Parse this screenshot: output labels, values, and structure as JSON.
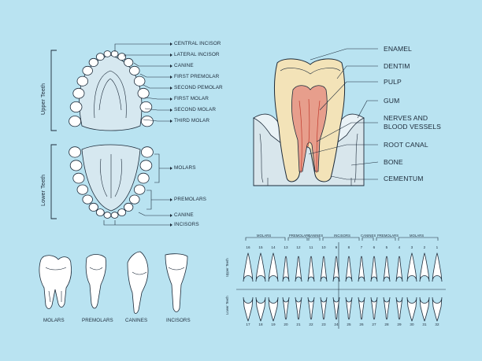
{
  "arch": {
    "upper_side": "Upper Teeth",
    "lower_side": "Lower Teeth",
    "upper_labels": [
      "CENTRAL INCISOR",
      "LATERAL INCISOR",
      "CANINE",
      "FIRST PREMOLAR",
      "SECOND PEMOLAR",
      "FIRST MOLAR",
      "SECOND MOLAR",
      "THIRD MOLAR"
    ],
    "lower_labels": [
      "MOLARS",
      "PREMOLARS",
      "CANINE",
      "INCISORS"
    ]
  },
  "cross_section": {
    "labels": [
      "ENAMEL",
      "DENTIM",
      "PULP",
      "GUM",
      "NERVES AND",
      "BLOOD VESSELS",
      "ROOT CANAL",
      "BONE",
      "CEMENTUM"
    ],
    "colors": {
      "crown": "#f3e3b8",
      "pulp": "#e79e8c",
      "vessel": "#c0392b",
      "bone": "#d8e6ec"
    }
  },
  "tooth_types": [
    "MOLARS",
    "PREMOLARS",
    "CANINES",
    "INCISORS"
  ],
  "chart": {
    "groups": [
      "MOLARS",
      "PREMOLARS",
      "CANINES",
      "INCISORS",
      "CANINES",
      "PREMOLARS",
      "MOLARS"
    ],
    "upper_side": "Upper Teeth",
    "lower_side": "Lower Teeth",
    "upper_numbers": [
      "16",
      "15",
      "14",
      "13",
      "12",
      "11",
      "10",
      "9",
      "8",
      "7",
      "6",
      "5",
      "4",
      "3",
      "2",
      "1"
    ],
    "lower_numbers": [
      "17",
      "18",
      "19",
      "20",
      "21",
      "22",
      "23",
      "24",
      "25",
      "26",
      "27",
      "28",
      "29",
      "30",
      "31",
      "32"
    ]
  }
}
